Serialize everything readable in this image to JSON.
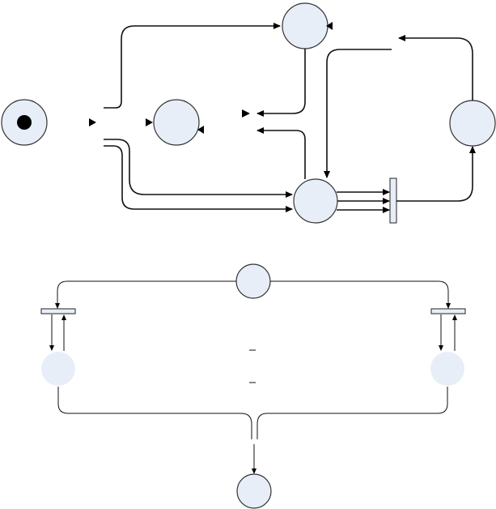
{
  "colors": {
    "place_fill": "#e8eef8",
    "stroke": "#111111",
    "token": "#000000",
    "background": "#ffffff"
  },
  "top_net": {
    "places": [
      "start-place-with-token",
      "center-place",
      "top-place",
      "bottom-right-place",
      "far-right-place"
    ],
    "transitions": [
      "vertical-bar-transition"
    ],
    "token_count": 1
  },
  "bottom_net": {
    "places": [
      "top-center-place",
      "left-place",
      "right-place",
      "bottom-center-place"
    ],
    "transitions": [
      "left-bar-transition",
      "right-bar-transition"
    ]
  }
}
